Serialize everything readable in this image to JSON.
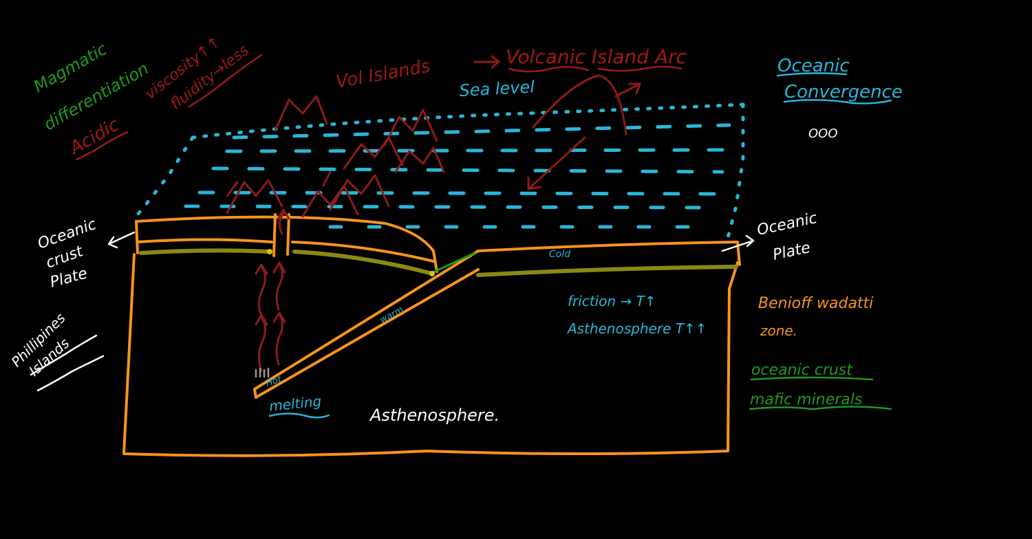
{
  "colors": {
    "background": "#000000",
    "plate_outline": "#f7941d",
    "mafic_layer": "#8a8a12",
    "water": "#29b6d8",
    "magma": "#8e1b1b",
    "green_text": "#1f9a1f",
    "white_text": "#ffffff",
    "cyan_text": "#29b6d8",
    "orange_text": "#f7941d",
    "red_text": "#a01818"
  },
  "labels": {
    "magmatic_line1": "Magmatic",
    "magmatic_line2": "differentiation",
    "acidic": "Acidic",
    "viscosity": "viscosity↑↑",
    "fluidity": "fluidity→less",
    "vol_islands": "Vol Islands",
    "volcanic_island_arc": "Volcanic Island Arc",
    "sea_level": "Sea level",
    "oceanic_convergence_1": "Oceanic",
    "oceanic_convergence_2": "Convergence",
    "ooo": "OOO",
    "oceanic_crust_plate_1": "Oceanic",
    "oceanic_crust_plate_2": "crust",
    "oceanic_crust_plate_3": "Plate",
    "philippines_1": "Phillipines",
    "philippines_2": "Islands",
    "oceanic_plate_1": "Oceanic",
    "oceanic_plate_2": "Plate",
    "cold": "Cold",
    "warm": "warm",
    "hot": "Hot",
    "melting": "melting",
    "asthenosphere": "Asthenosphere.",
    "friction": "friction → T↑",
    "asthenosphere_temp": "Asthenosphere T↑↑",
    "benioff_1": "Benioff wadatti",
    "benioff_2": "zone.",
    "oceanic_crust_legend": "oceanic crust",
    "mafic_minerals": "mafic minerals"
  }
}
